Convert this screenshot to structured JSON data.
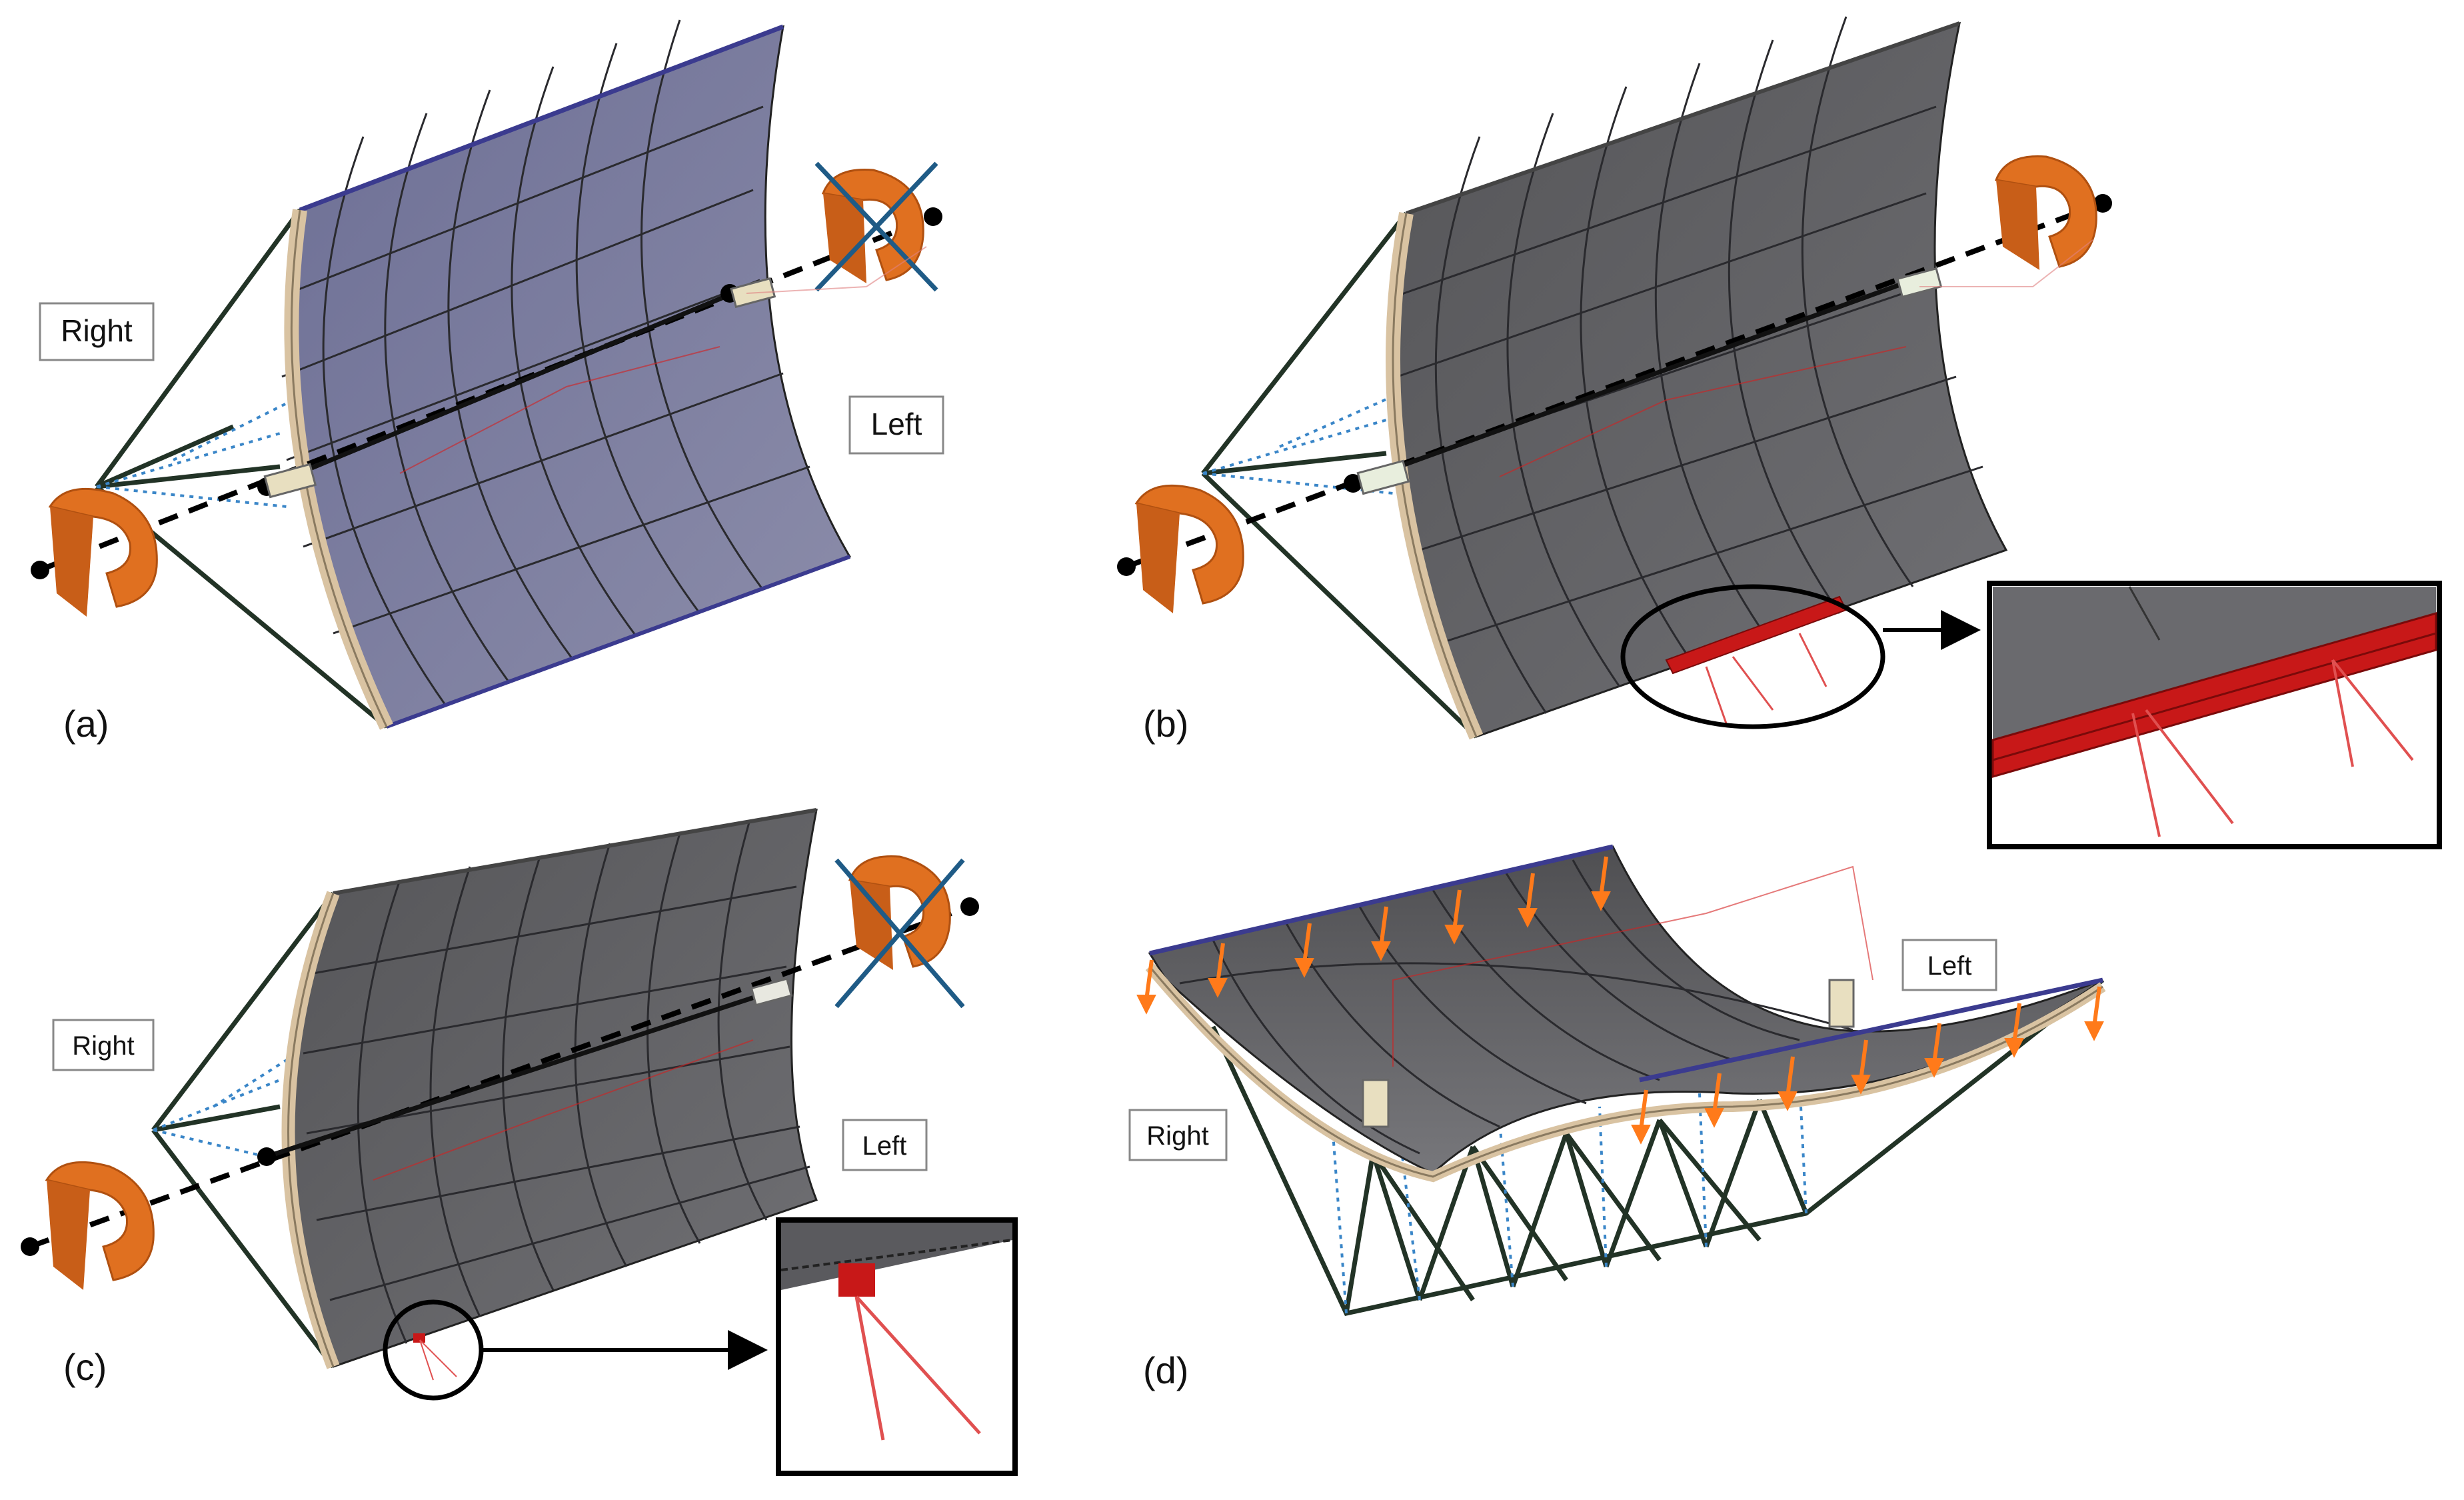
{
  "panels": {
    "a": {
      "label": "(a)",
      "right_label": "Right",
      "left_label": "Left"
    },
    "b": {
      "label": "(b)"
    },
    "c": {
      "label": "(c)",
      "right_label": "Right",
      "left_label": "Left"
    },
    "d": {
      "label": "(d)",
      "right_label": "Right",
      "left_label": "Left"
    }
  },
  "colors": {
    "panel_a_mirror": "#7e7f9f",
    "panel_gray_mirror": "#5f5f62",
    "grid_line": "#2a2a2e",
    "rib": "#d9c3a2",
    "truss": "#223326",
    "bracing": "#3a86c8",
    "drive": "#e07020",
    "drive_dark": "#b05010",
    "cross_mark": "#1f5b86",
    "constraint": "#d42020",
    "load_arrow": "#ff7a1a",
    "top_edge": "#3b3b8f"
  }
}
